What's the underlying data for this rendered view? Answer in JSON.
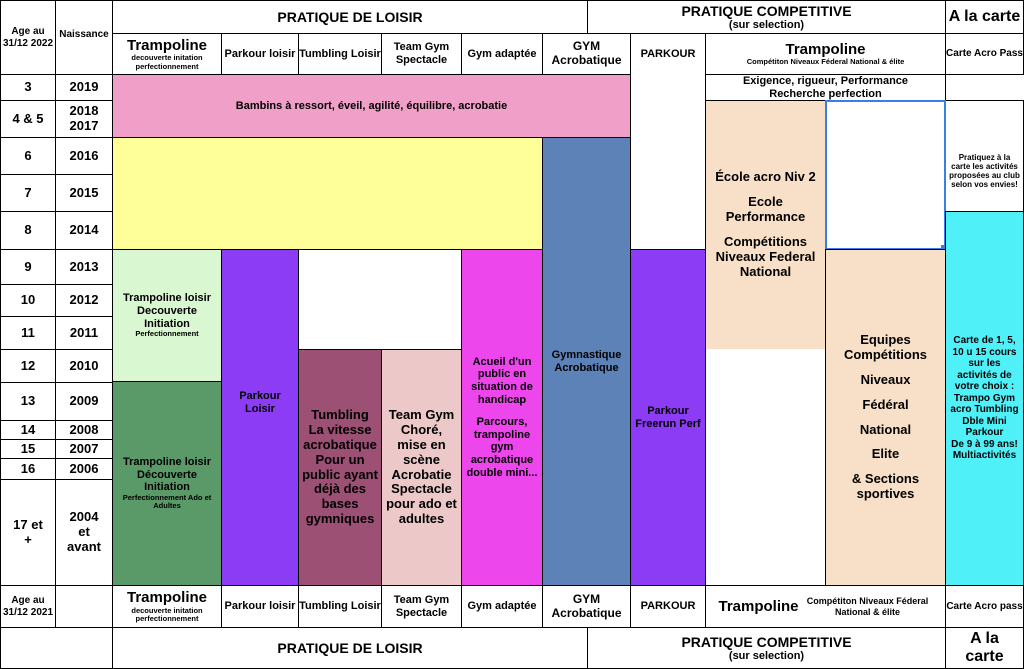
{
  "colors": {
    "pink": "#f0a0c8",
    "yellow": "#ffff99",
    "light_green": "#d9f7d0",
    "dark_green": "#5a9a68",
    "purple": "#8c3cf5",
    "maroon": "#9c5074",
    "light_pink": "#ecc8c8",
    "magenta": "#ec46ec",
    "steel_blue": "#5c82b8",
    "peach": "#f8e0c8",
    "cyan": "#50f0f8",
    "selection_blue": "#3a7ee8"
  },
  "header_top": {
    "age": "Age au 31/12 2022",
    "naissance": "Naissance",
    "pratique_loisir": "PRATIQUE DE LOISIR",
    "pratique_competitive": "PRATIQUE COMPETITIVE",
    "sur_selection": "(sur selection)",
    "a_la_carte": "A la carte"
  },
  "columns_top": {
    "trampoline": "Trampoline",
    "trampoline_sub": "decouverte initation perfectionnement",
    "parkour_loisir": "Parkour loisir",
    "tumbling_loisir": "Tumbling Loisir",
    "team_gym": "Team Gym Spectacle",
    "gym_adaptee": "Gym adaptée",
    "gym_acro": "GYM Acrobatique",
    "parkour": "PARKOUR",
    "trampoline_comp": "Trampoline",
    "trampoline_comp_sub": "Compétiton Niveaux Féderal National & élite",
    "carte_acro": "Carte Acro Pass"
  },
  "rows": [
    {
      "age": "3",
      "year": "2019"
    },
    {
      "age": "4 & 5",
      "year": "2018 2017"
    },
    {
      "age": "6",
      "year": "2016"
    },
    {
      "age": "7",
      "year": "2015"
    },
    {
      "age": "8",
      "year": "2014"
    },
    {
      "age": "9",
      "year": "2013"
    },
    {
      "age": "10",
      "year": "2012"
    },
    {
      "age": "11",
      "year": "2011"
    },
    {
      "age": "12",
      "year": "2010"
    },
    {
      "age": "13",
      "year": "2009"
    },
    {
      "age": "14",
      "year": "2008"
    },
    {
      "age": "15",
      "year": "2007"
    },
    {
      "age": "16",
      "year": "2006"
    },
    {
      "age": "17 et +",
      "year": "2004 et avant"
    }
  ],
  "blocks": {
    "bambins": "Bambins à ressort, éveil, agilité, équilibre, acrobatie",
    "exigence": "Exigence, rigueur, Performance",
    "recherche": "Recherche perfection",
    "tramp_loisir_title": "Trampoline loisir Decouverte Initiation",
    "tramp_loisir_sub": "Perfectionnement",
    "tramp_loisir2_title": "Trampoline loisir Découverte Initiation",
    "tramp_loisir2_sub": "Perfectionnement Ado et Adultes",
    "parkour_loisir": "Parkour Loisir",
    "tumbling": "Tumbling La vitesse acrobatique Pour un public ayant déjà des bases gymniques",
    "team_gym": "Team Gym Choré, mise en scène Acrobatie Spectacle pour ado et adultes",
    "gym_adaptee_1": "Acueil d'un public en situation de handicap",
    "gym_adaptee_2": "Parcours, trampoline gym acrobatique double mini...",
    "gym_acro": "Gymnastique Acrobatique",
    "parkour_freerun": "Parkour Freerun Perf",
    "ecole_1": "École acro Niv 2",
    "ecole_2": "Ecole Performance",
    "ecole_3": "Compétitions Niveaux Federal National",
    "equipes_1": "Equipes Compétitions",
    "equipes_2": "Niveaux",
    "equipes_3": "Fédéral",
    "equipes_4": "National",
    "equipes_5": "Elite",
    "equipes_6": "& Sections sportives",
    "pratiquez": "Pratiquez à la carte les activités proposées au club selon vos envies!",
    "carte_text_1": "Carte de 1, 5, 10 u 15 cours sur les activités de votre choix : Trampo Gym acro Tumbling Dble Mini Parkour",
    "carte_text_2": "De 9 à 99 ans! Multiactivités"
  },
  "header_bottom": {
    "age": "Age au 31/12 2021",
    "trampoline": "Trampoline",
    "trampoline_sub": "decouverte initation perfectionnement",
    "parkour_loisir": "Parkour loisir",
    "tumbling_loisir": "Tumbling Loisir",
    "team_gym": "Team Gym Spectacle",
    "gym_adaptee": "Gym adaptée",
    "gym_acro": "GYM Acrobatique",
    "parkour": "PARKOUR",
    "trampoline_comp": "Trampoline",
    "trampoline_comp_sub": "Compétiton Niveaux Féderal National & élite",
    "carte_acro": "Carte Acro pass",
    "pratique_loisir": "PRATIQUE DE LOISIR",
    "pratique_competitive": "PRATIQUE COMPETITIVE",
    "sur_selection": "(sur selection)",
    "a_la_carte": "A la carte"
  }
}
